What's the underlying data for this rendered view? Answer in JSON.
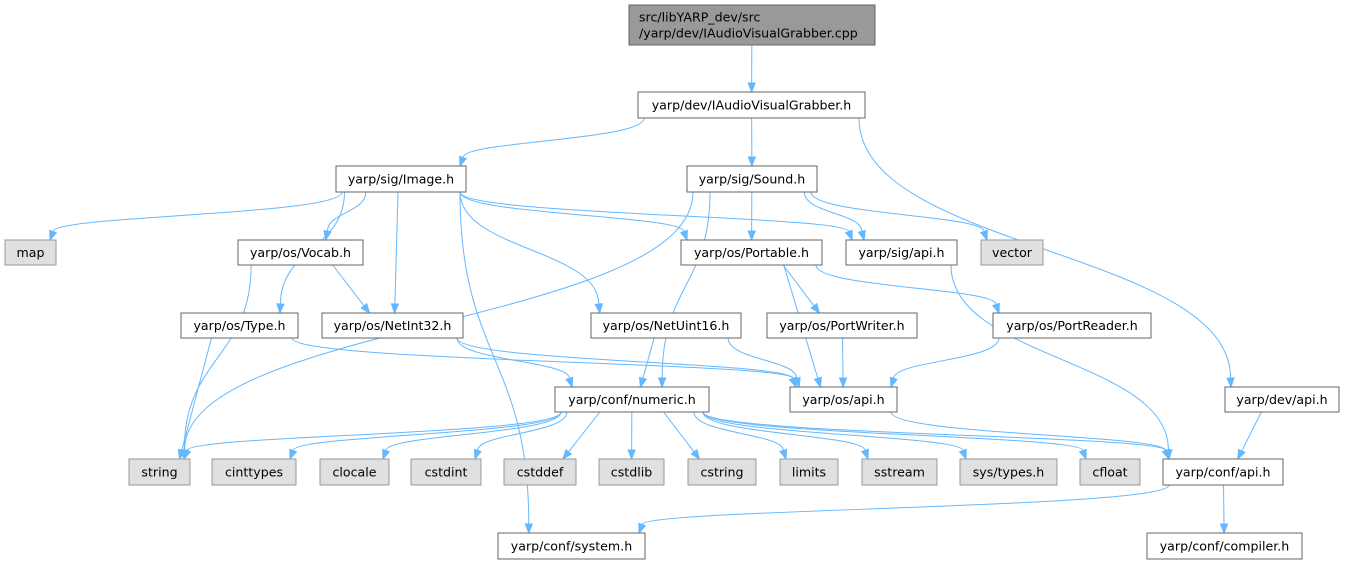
{
  "graph": {
    "nodes": {
      "root": {
        "lines": [
          "src/libYARP_dev/src",
          "/yarp/dev/IAudioVisualGrabber.cpp"
        ],
        "kind": "root"
      },
      "grabber_h": {
        "lines": [
          "yarp/dev/IAudioVisualGrabber.h"
        ],
        "kind": "file"
      },
      "image_h": {
        "lines": [
          "yarp/sig/Image.h"
        ],
        "kind": "file"
      },
      "sound_h": {
        "lines": [
          "yarp/sig/Sound.h"
        ],
        "kind": "file"
      },
      "map": {
        "lines": [
          "map"
        ],
        "kind": "ext"
      },
      "vocab_h": {
        "lines": [
          "yarp/os/Vocab.h"
        ],
        "kind": "file"
      },
      "portable_h": {
        "lines": [
          "yarp/os/Portable.h"
        ],
        "kind": "file"
      },
      "sig_api_h": {
        "lines": [
          "yarp/sig/api.h"
        ],
        "kind": "file"
      },
      "vector": {
        "lines": [
          "vector"
        ],
        "kind": "ext"
      },
      "type_h": {
        "lines": [
          "yarp/os/Type.h"
        ],
        "kind": "file"
      },
      "netint32_h": {
        "lines": [
          "yarp/os/NetInt32.h"
        ],
        "kind": "file"
      },
      "netuint16_h": {
        "lines": [
          "yarp/os/NetUint16.h"
        ],
        "kind": "file"
      },
      "portwriter_h": {
        "lines": [
          "yarp/os/PortWriter.h"
        ],
        "kind": "file"
      },
      "portreader_h": {
        "lines": [
          "yarp/os/PortReader.h"
        ],
        "kind": "file"
      },
      "numeric_h": {
        "lines": [
          "yarp/conf/numeric.h"
        ],
        "kind": "file"
      },
      "os_api_h": {
        "lines": [
          "yarp/os/api.h"
        ],
        "kind": "file"
      },
      "dev_api_h": {
        "lines": [
          "yarp/dev/api.h"
        ],
        "kind": "file"
      },
      "string": {
        "lines": [
          "string"
        ],
        "kind": "ext"
      },
      "cinttypes": {
        "lines": [
          "cinttypes"
        ],
        "kind": "ext"
      },
      "clocale": {
        "lines": [
          "clocale"
        ],
        "kind": "ext"
      },
      "cstdint": {
        "lines": [
          "cstdint"
        ],
        "kind": "ext"
      },
      "cstddef": {
        "lines": [
          "cstddef"
        ],
        "kind": "ext"
      },
      "cstdlib": {
        "lines": [
          "cstdlib"
        ],
        "kind": "ext"
      },
      "cstring": {
        "lines": [
          "cstring"
        ],
        "kind": "ext"
      },
      "limits": {
        "lines": [
          "limits"
        ],
        "kind": "ext"
      },
      "sstream": {
        "lines": [
          "sstream"
        ],
        "kind": "ext"
      },
      "sys_types_h": {
        "lines": [
          "sys/types.h"
        ],
        "kind": "ext"
      },
      "cfloat": {
        "lines": [
          "cfloat"
        ],
        "kind": "ext"
      },
      "conf_api_h": {
        "lines": [
          "yarp/conf/api.h"
        ],
        "kind": "file"
      },
      "system_h": {
        "lines": [
          "yarp/conf/system.h"
        ],
        "kind": "file"
      },
      "compiler_h": {
        "lines": [
          "yarp/conf/compiler.h"
        ],
        "kind": "file"
      }
    },
    "edges": [
      [
        "root",
        "grabber_h"
      ],
      [
        "grabber_h",
        "image_h"
      ],
      [
        "grabber_h",
        "sound_h"
      ],
      [
        "grabber_h",
        "dev_api_h"
      ],
      [
        "image_h",
        "map"
      ],
      [
        "image_h",
        "vocab_h"
      ],
      [
        "image_h",
        "type_h"
      ],
      [
        "image_h",
        "netint32_h"
      ],
      [
        "image_h",
        "netuint16_h"
      ],
      [
        "image_h",
        "portable_h"
      ],
      [
        "image_h",
        "sig_api_h"
      ],
      [
        "image_h",
        "system_h"
      ],
      [
        "sound_h",
        "portable_h"
      ],
      [
        "sound_h",
        "sig_api_h"
      ],
      [
        "sound_h",
        "vector"
      ],
      [
        "sound_h",
        "string"
      ],
      [
        "sound_h",
        "numeric_h"
      ],
      [
        "vocab_h",
        "string"
      ],
      [
        "vocab_h",
        "netint32_h"
      ],
      [
        "portable_h",
        "portwriter_h"
      ],
      [
        "portable_h",
        "portreader_h"
      ],
      [
        "portable_h",
        "os_api_h"
      ],
      [
        "sig_api_h",
        "conf_api_h"
      ],
      [
        "type_h",
        "string"
      ],
      [
        "type_h",
        "os_api_h"
      ],
      [
        "netint32_h",
        "numeric_h"
      ],
      [
        "netint32_h",
        "os_api_h"
      ],
      [
        "netuint16_h",
        "numeric_h"
      ],
      [
        "netuint16_h",
        "os_api_h"
      ],
      [
        "portwriter_h",
        "os_api_h"
      ],
      [
        "portreader_h",
        "os_api_h"
      ],
      [
        "numeric_h",
        "string"
      ],
      [
        "numeric_h",
        "cinttypes"
      ],
      [
        "numeric_h",
        "clocale"
      ],
      [
        "numeric_h",
        "cstdint"
      ],
      [
        "numeric_h",
        "cstddef"
      ],
      [
        "numeric_h",
        "cstdlib"
      ],
      [
        "numeric_h",
        "cstring"
      ],
      [
        "numeric_h",
        "limits"
      ],
      [
        "numeric_h",
        "sstream"
      ],
      [
        "numeric_h",
        "sys_types_h"
      ],
      [
        "numeric_h",
        "cfloat"
      ],
      [
        "numeric_h",
        "conf_api_h"
      ],
      [
        "os_api_h",
        "conf_api_h"
      ],
      [
        "dev_api_h",
        "conf_api_h"
      ],
      [
        "conf_api_h",
        "system_h"
      ],
      [
        "conf_api_h",
        "compiler_h"
      ]
    ]
  }
}
